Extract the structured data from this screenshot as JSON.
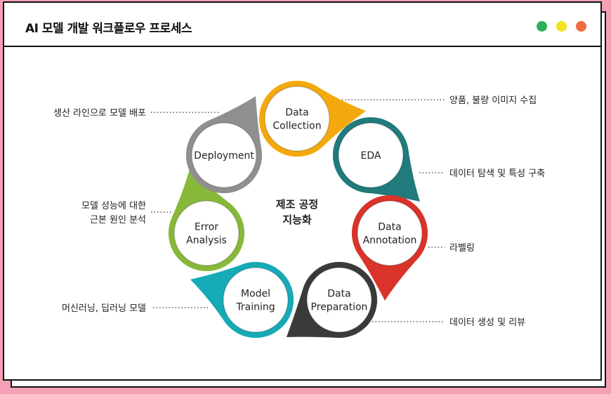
{
  "window": {
    "title": "AI 모델 개발 워크플로우 프로세스",
    "dots": [
      {
        "name": "green-dot",
        "color": "#2fae5a"
      },
      {
        "name": "yellow-dot",
        "color": "#f4e21c"
      },
      {
        "name": "orange-dot",
        "color": "#ee6a3f"
      }
    ]
  },
  "center": {
    "line1": "제조 공정",
    "line2": "지능화"
  },
  "stages": [
    {
      "id": "data-collection",
      "lines": [
        "Data",
        "Collection"
      ],
      "color": "#f3a90d",
      "note": [
        "양품, 불량 이미지 수집"
      ]
    },
    {
      "id": "eda",
      "lines": [
        "EDA"
      ],
      "color": "#217a7b",
      "note": [
        "데이터 탐색 및 특성 구축"
      ]
    },
    {
      "id": "data-annotation",
      "lines": [
        "Data",
        "Annotation"
      ],
      "color": "#d9332a",
      "note": [
        "라벨링"
      ]
    },
    {
      "id": "data-preparation",
      "lines": [
        "Data",
        "Preparation"
      ],
      "color": "#3a3a3a",
      "note": [
        "데이터 생성 및 리뷰"
      ]
    },
    {
      "id": "model-training",
      "lines": [
        "Model",
        "Training"
      ],
      "color": "#16aab7",
      "note": [
        "머신러닝, 딥러닝 모델"
      ]
    },
    {
      "id": "error-analysis",
      "lines": [
        "Error",
        "Analysis"
      ],
      "color": "#88b83a",
      "note": [
        "모델 성능에 대한",
        "근본 원인 분석"
      ]
    },
    {
      "id": "deployment",
      "lines": [
        "Deployment"
      ],
      "color": "#8f8f8f",
      "note": [
        "생산 라인으로 모델 배포"
      ]
    }
  ]
}
